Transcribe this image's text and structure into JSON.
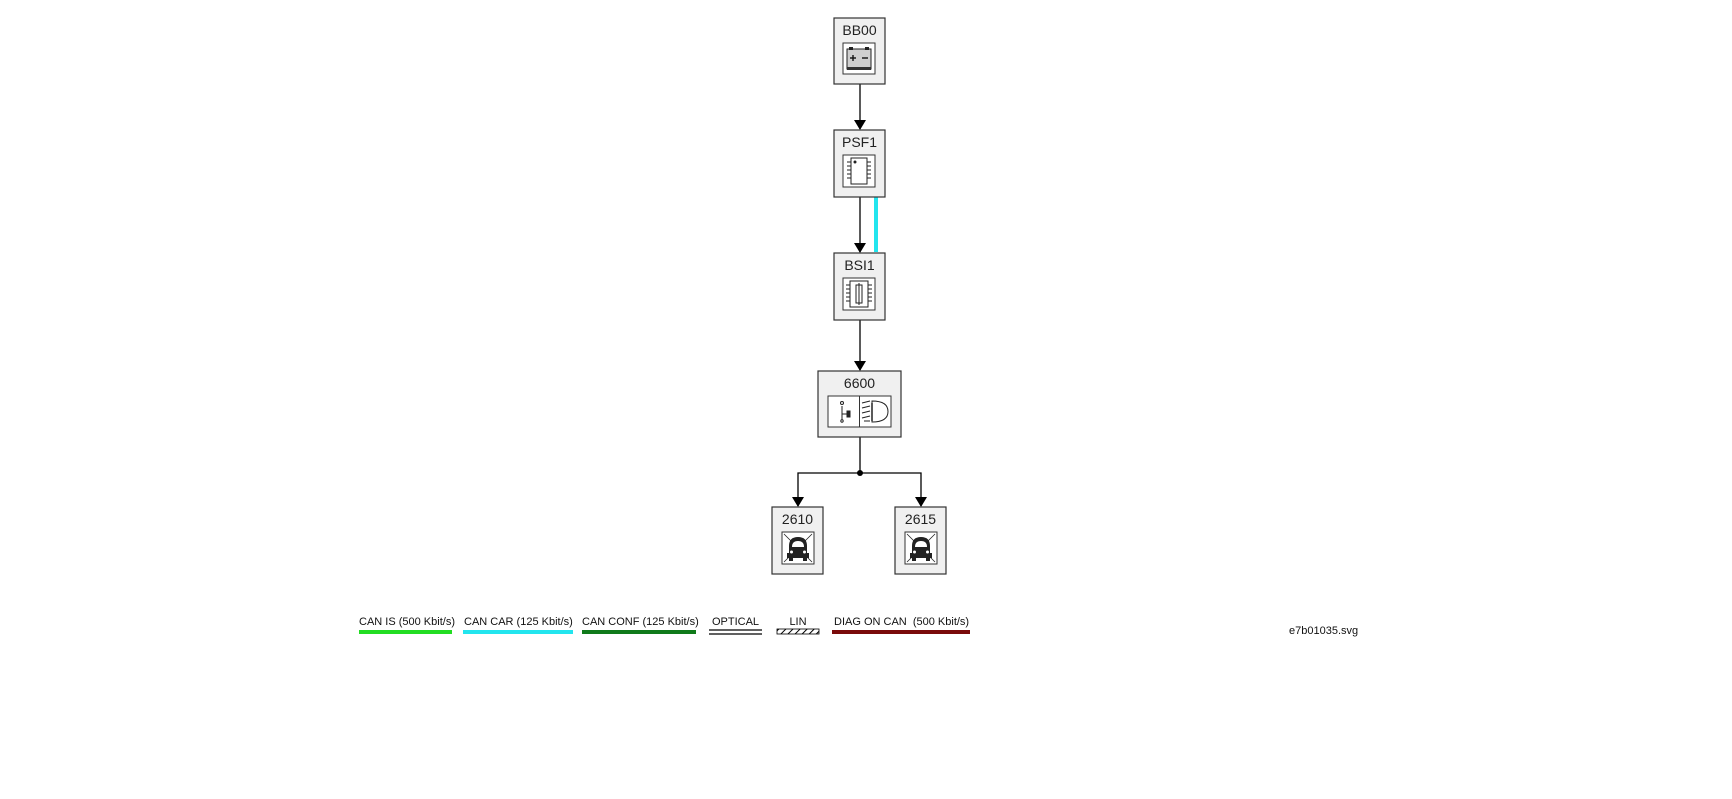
{
  "components": {
    "bb00": "BB00",
    "psf1": "PSF1",
    "bsi1": "BSI1",
    "c6600": "6600",
    "c2610": "2610",
    "c2615": "2615"
  },
  "legend": [
    {
      "label": "CAN IS (500 Kbit/s)",
      "color": "#22dd22",
      "style": "solid"
    },
    {
      "label": "CAN CAR (125 Kbit/s)",
      "color": "#22e5ee",
      "style": "solid"
    },
    {
      "label": "CAN CONF (125 Kbit/s)",
      "color": "#0f7a1a",
      "style": "solid"
    },
    {
      "label": "OPTICAL",
      "color": "#000000",
      "style": "double"
    },
    {
      "label": "LIN",
      "color": "#000000",
      "style": "hatched"
    },
    {
      "label": "DIAG ON CAN  (500 Kbit/s)",
      "color": "#7a0a0a",
      "style": "solid"
    }
  ],
  "filename": "e7b01035.svg",
  "colors": {
    "can_car_link": "#22e5ee",
    "wire": "#000000"
  },
  "icons": {
    "bb00": "battery-icon",
    "psf1": "chip-icon",
    "bsi1": "fuse-box-icon",
    "c6600": "headlamp-switch-icon",
    "c2610": "headlamp-icon",
    "c2615": "headlamp-icon"
  }
}
